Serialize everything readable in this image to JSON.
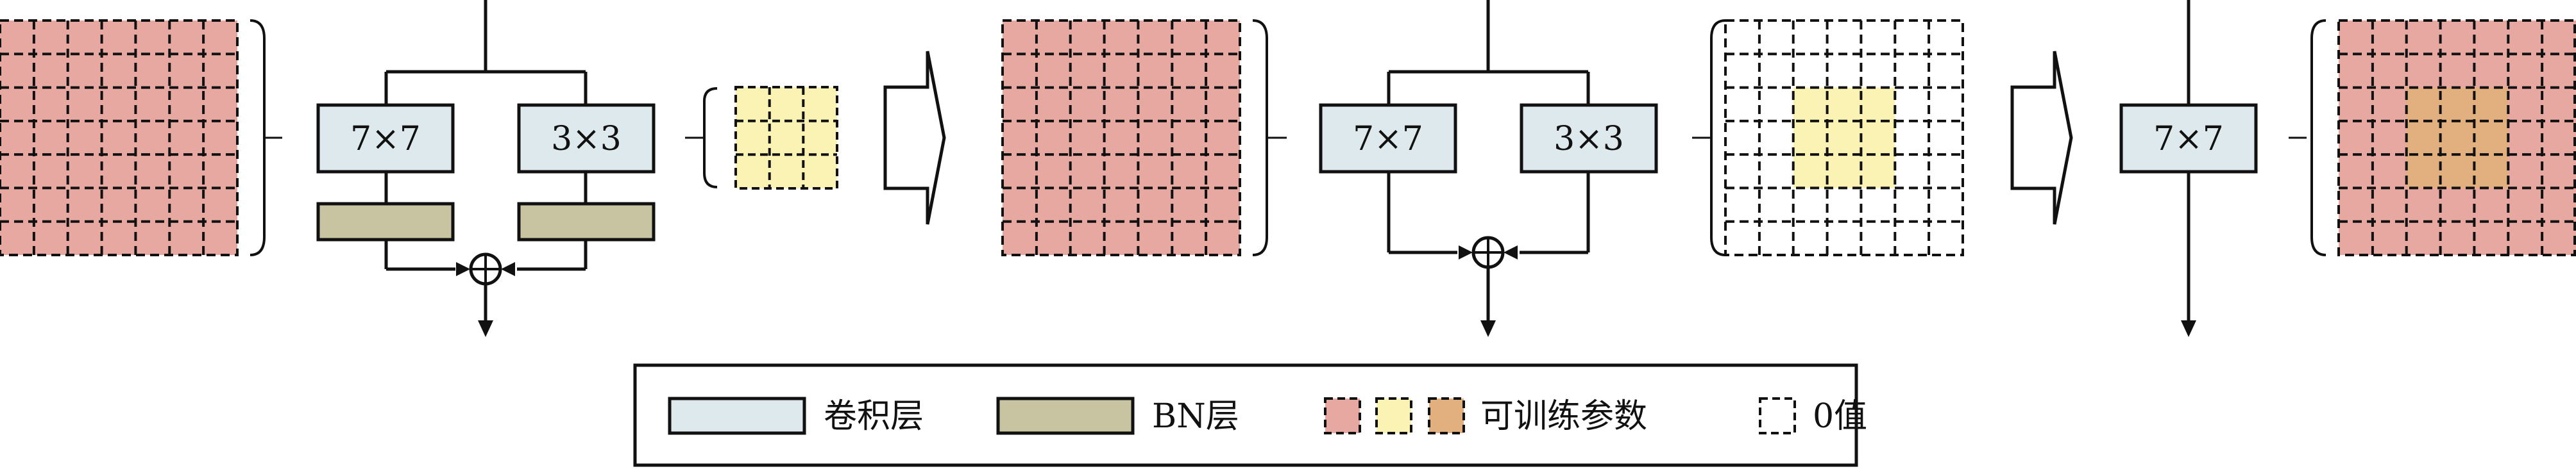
{
  "colors": {
    "conv_fill": "#dde9ec",
    "bn_fill": "#c8c3a0",
    "trainable_red": "#e6a8a0",
    "trainable_yellow": "#faf3b4",
    "trainable_orange": "#e2b07e",
    "zero_fill": "#ffffff",
    "stroke": "#111111"
  },
  "stage1": {
    "big_kernel_label": "7×7",
    "small_kernel_label": "3×3"
  },
  "stage2": {
    "big_kernel_label": "7×7",
    "small_kernel_label": "3×3"
  },
  "stage3": {
    "kernel_label": "7×7"
  },
  "legend": {
    "conv_label": "卷积层",
    "bn_label": "BN层",
    "trainable_label": "可训练参数",
    "zero_label": "0值"
  }
}
